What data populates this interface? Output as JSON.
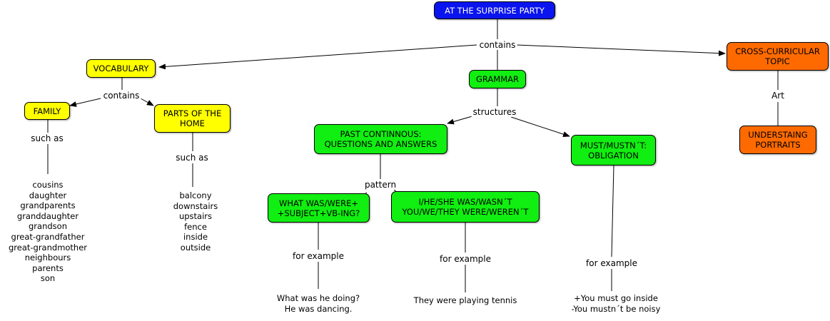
{
  "nodes": {
    "root": "AT THE SURPRISE PARTY",
    "vocabulary": "VOCABULARY",
    "grammar": "GRAMMAR",
    "cross": [
      "CROSS-CURRICULAR",
      "TOPIC"
    ],
    "family": "FAMILY",
    "parts": [
      "PARTS OF THE",
      "HOME"
    ],
    "past": [
      "PAST CONTINNOUS:",
      "QUESTIONS AND ANSWERS"
    ],
    "must": [
      "MUST/MUSTN´T:",
      "OBLIGATION"
    ],
    "understanding": [
      "UNDERSTAING",
      "PORTRAITS"
    ],
    "whatwas": [
      "WHAT WAS/WERE+",
      "+SUBJECT+VB-ING?"
    ],
    "ihe": [
      "I/HE/SHE WAS/WASN´T",
      "YOU/WE/THEY WERE/WEREN´T"
    ]
  },
  "links": {
    "contains_root": "contains",
    "contains_vocab": "contains",
    "structures": "structures",
    "art": "Art",
    "such_as_family": "such as",
    "such_as_home": "such as",
    "pattern": "pattern",
    "for_example_1": "for example",
    "for_example_2": "for example",
    "for_example_3": "for example"
  },
  "lists": {
    "family_members": [
      "cousins",
      "daughter",
      "grandparents",
      "granddaughter",
      "grandson",
      "great-grandfather",
      "great-grandmother",
      "neighbours",
      "parents",
      "son"
    ],
    "home_parts": [
      "balcony",
      "downstairs",
      "upstairs",
      "fence",
      "inside",
      "outside"
    ],
    "example_question": [
      "What was he doing?",
      "He was dancing."
    ],
    "example_statement": [
      "They were playing tennis"
    ],
    "example_must": [
      "+You must go inside",
      "-You mustn´t be noisy"
    ]
  },
  "colors": {
    "blue": "#0a14ee",
    "yellow": "#ffff00",
    "green": "#11ee11",
    "orange": "#ff6a00"
  }
}
